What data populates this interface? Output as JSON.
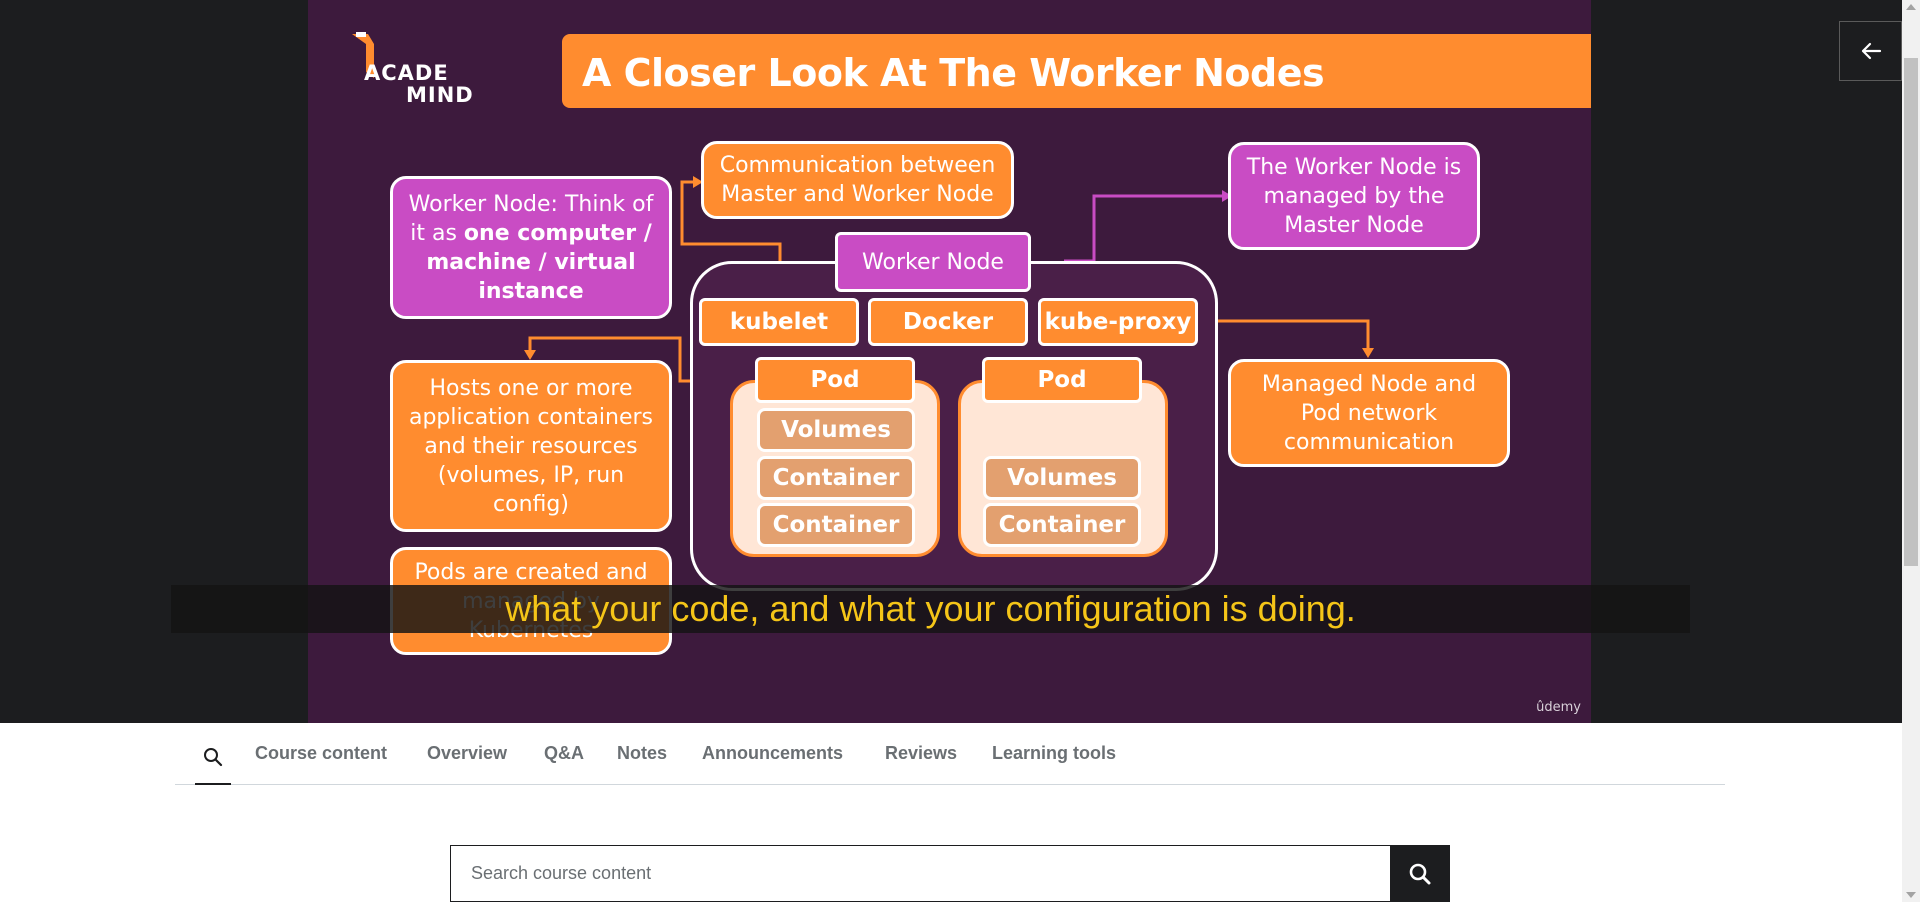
{
  "slide": {
    "logo": {
      "line1": "ACADE",
      "line2": "MIND"
    },
    "title": "A Closer Look At The Worker Nodes",
    "worker_node_desc": {
      "pre": "Worker Node: Think of it as ",
      "bold": "one computer / machine / virtual instance"
    },
    "communication_box": "Communication between Master and Worker Node",
    "managed_box": "The Worker Node is managed by the Master Node",
    "worker_node_label": "Worker Node",
    "kubelet": "kubelet",
    "docker": "Docker",
    "kube_proxy": "kube-proxy",
    "hosts_box": "Hosts one or more application containers and their resources (volumes, IP, run config)",
    "network_box": "Managed Node and Pod network communication",
    "pods_box": "Pods are created and managed by Kubernetes",
    "pod1": {
      "label": "Pod",
      "items": [
        "Volumes",
        "Container",
        "Container"
      ]
    },
    "pod2": {
      "label": "Pod",
      "items": [
        "Volumes",
        "Container"
      ]
    },
    "watermark": "ûdemy"
  },
  "caption": "what your code, and what your configuration is doing.",
  "tabs": [
    {
      "label": "Course content"
    },
    {
      "label": "Overview"
    },
    {
      "label": "Q&A"
    },
    {
      "label": "Notes"
    },
    {
      "label": "Announcements"
    },
    {
      "label": "Reviews"
    },
    {
      "label": "Learning tools"
    }
  ],
  "search": {
    "placeholder": "Search course content"
  },
  "icons": {
    "tab_search": "search-icon",
    "search_button": "search-icon",
    "sidebar_toggle": "arrow-left-icon"
  },
  "colors": {
    "slide_bg": "#3d1a3d",
    "orange": "#ff8c2f",
    "magenta": "#c94cc4",
    "caption_text": "#f5c518"
  }
}
